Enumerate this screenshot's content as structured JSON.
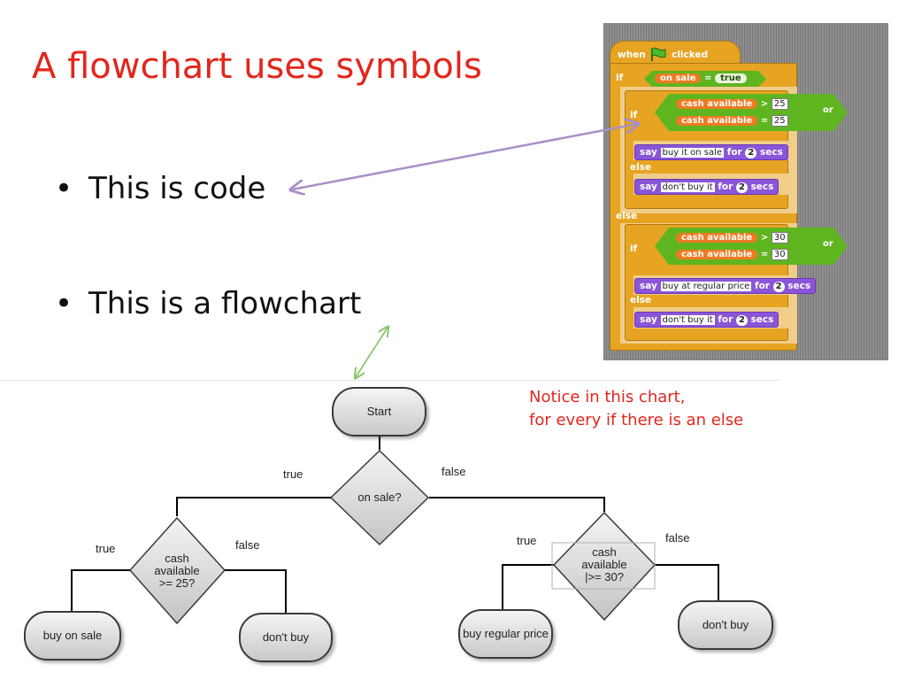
{
  "slide": {
    "title": "A flowchart uses symbols",
    "bullets": [
      "This is code",
      "This is a flowchart"
    ],
    "bullet_glyph": "•",
    "note": [
      "Notice in this chart,",
      "for every if there is an else"
    ]
  },
  "code": {
    "hat": {
      "when": "when",
      "clicked": "clicked",
      "icon": "green-flag-icon"
    },
    "if_kw": "if",
    "else_kw": "else",
    "or_kw": "or",
    "say_kw": "say",
    "for_kw": "for",
    "secs_kw": "secs",
    "outer_condition": {
      "var": "on sale",
      "op": "=",
      "value": "true"
    },
    "inner1": {
      "cond_a": {
        "var": "cash available",
        "op": ">",
        "value": "25"
      },
      "cond_b": {
        "var": "cash available",
        "op": "=",
        "value": "25"
      },
      "say_then": {
        "text": "buy it on sale",
        "secs": "2"
      },
      "say_else": {
        "text": "don't buy it",
        "secs": "2"
      }
    },
    "inner2": {
      "cond_a": {
        "var": "cash available",
        "op": ">",
        "value": "30"
      },
      "cond_b": {
        "var": "cash available",
        "op": "=",
        "value": "30"
      },
      "say_then": {
        "text": "buy at regular price",
        "secs": "2"
      },
      "say_else": {
        "text": "don't buy it",
        "secs": "2"
      }
    }
  },
  "flowchart": {
    "start": "Start",
    "decision_root": "on sale?",
    "decision_left": [
      "cash",
      "available",
      ">= 25?"
    ],
    "decision_right": [
      "cash",
      "available",
      "|>= 30?"
    ],
    "labels": {
      "root_true": "true",
      "root_false": "false",
      "left_true": "true",
      "left_false": "false",
      "right_true": "true",
      "right_false": "false"
    },
    "terminals": {
      "buy_on_sale": "buy on sale",
      "dont_buy_left": "don't buy",
      "buy_regular": "buy regular price",
      "dont_buy_right": "don't buy"
    }
  },
  "colors": {
    "title_red": "#e3261d",
    "arrow_purple": "#a98fc7",
    "arrow_green": "#8dc56c",
    "scratch_control": "#e6a422",
    "scratch_looks": "#8a55d7",
    "scratch_operator": "#5fb520",
    "scratch_reporter": "#ef7a22"
  }
}
